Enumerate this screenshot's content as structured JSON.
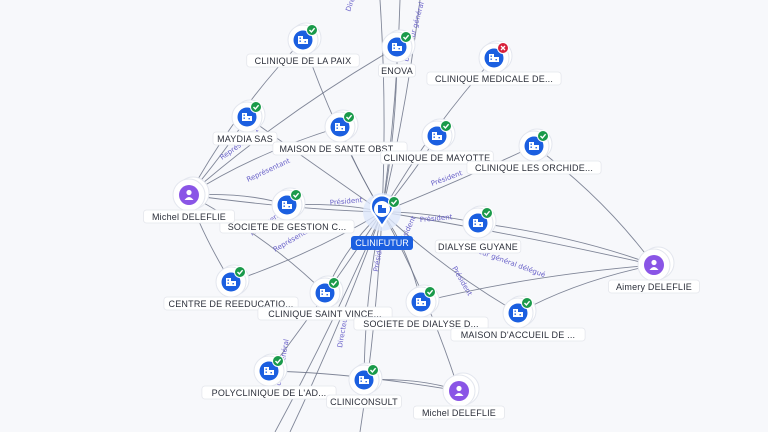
{
  "graph": {
    "center": {
      "label": "CLINIFUTUR",
      "icon": "building-icon"
    },
    "companies": [
      {
        "id": "paix",
        "label": "CLINIQUE DE LA PAIX",
        "status": "active"
      },
      {
        "id": "enova",
        "label": "ENOVA",
        "status": "active"
      },
      {
        "id": "medicale",
        "label": "CLINIQUE MEDICALE DE...",
        "status": "closed"
      },
      {
        "id": "maydia",
        "label": "MAYDIA SAS",
        "status": "active"
      },
      {
        "id": "maisonsante",
        "label": "MAISON DE SANTE OBST...",
        "status": "active"
      },
      {
        "id": "mayotte",
        "label": "CLINIQUE DE MAYOTTE",
        "status": "active"
      },
      {
        "id": "orchidees",
        "label": "CLINIQUE LES ORCHIDE...",
        "status": "active"
      },
      {
        "id": "gestion",
        "label": "SOCIETE DE GESTION C...",
        "status": "active"
      },
      {
        "id": "dialyse",
        "label": "DIALYSE GUYANE",
        "status": "active"
      },
      {
        "id": "reeducation",
        "label": "CENTRE DE REEDUCATIO...",
        "status": "active"
      },
      {
        "id": "vincent",
        "label": "CLINIQUE SAINT VINCE...",
        "status": "active"
      },
      {
        "id": "societedialyse",
        "label": "SOCIETE DE DIALYSE D...",
        "status": "active"
      },
      {
        "id": "accueil",
        "label": "MAISON D'ACCUEIL DE ...",
        "status": "active"
      },
      {
        "id": "polyclinique",
        "label": "POLYCLINIQUE DE L'AD...",
        "status": "active"
      },
      {
        "id": "cliniconsult",
        "label": "CLINICONSULT",
        "status": "active"
      }
    ],
    "persons": [
      {
        "id": "michel1",
        "label": "Michel DELEFLIE"
      },
      {
        "id": "aimery",
        "label": "Aimery DELEFLIE"
      },
      {
        "id": "michel2",
        "label": "Michel DELEFLIE"
      }
    ],
    "edge_labels": [
      "Directeur général",
      "Directeur général délégué",
      "Président",
      "Représentant",
      "Représentant",
      "Président",
      "Président",
      "Président",
      "Directeur général délégué",
      "Président",
      "Représentant",
      "Président",
      "Directeur général",
      "Représentant",
      "Directeur"
    ],
    "icons": {
      "company": "building-icon",
      "person": "person-icon",
      "active": "check-badge-icon",
      "closed": "cross-badge-icon",
      "center": "map-pin-icon"
    },
    "colors": {
      "company": "#1b5fe0",
      "person": "#8a55e6",
      "active": "#1a9a4a",
      "closed": "#d8213b",
      "edge_label": "#6a62c9"
    }
  }
}
